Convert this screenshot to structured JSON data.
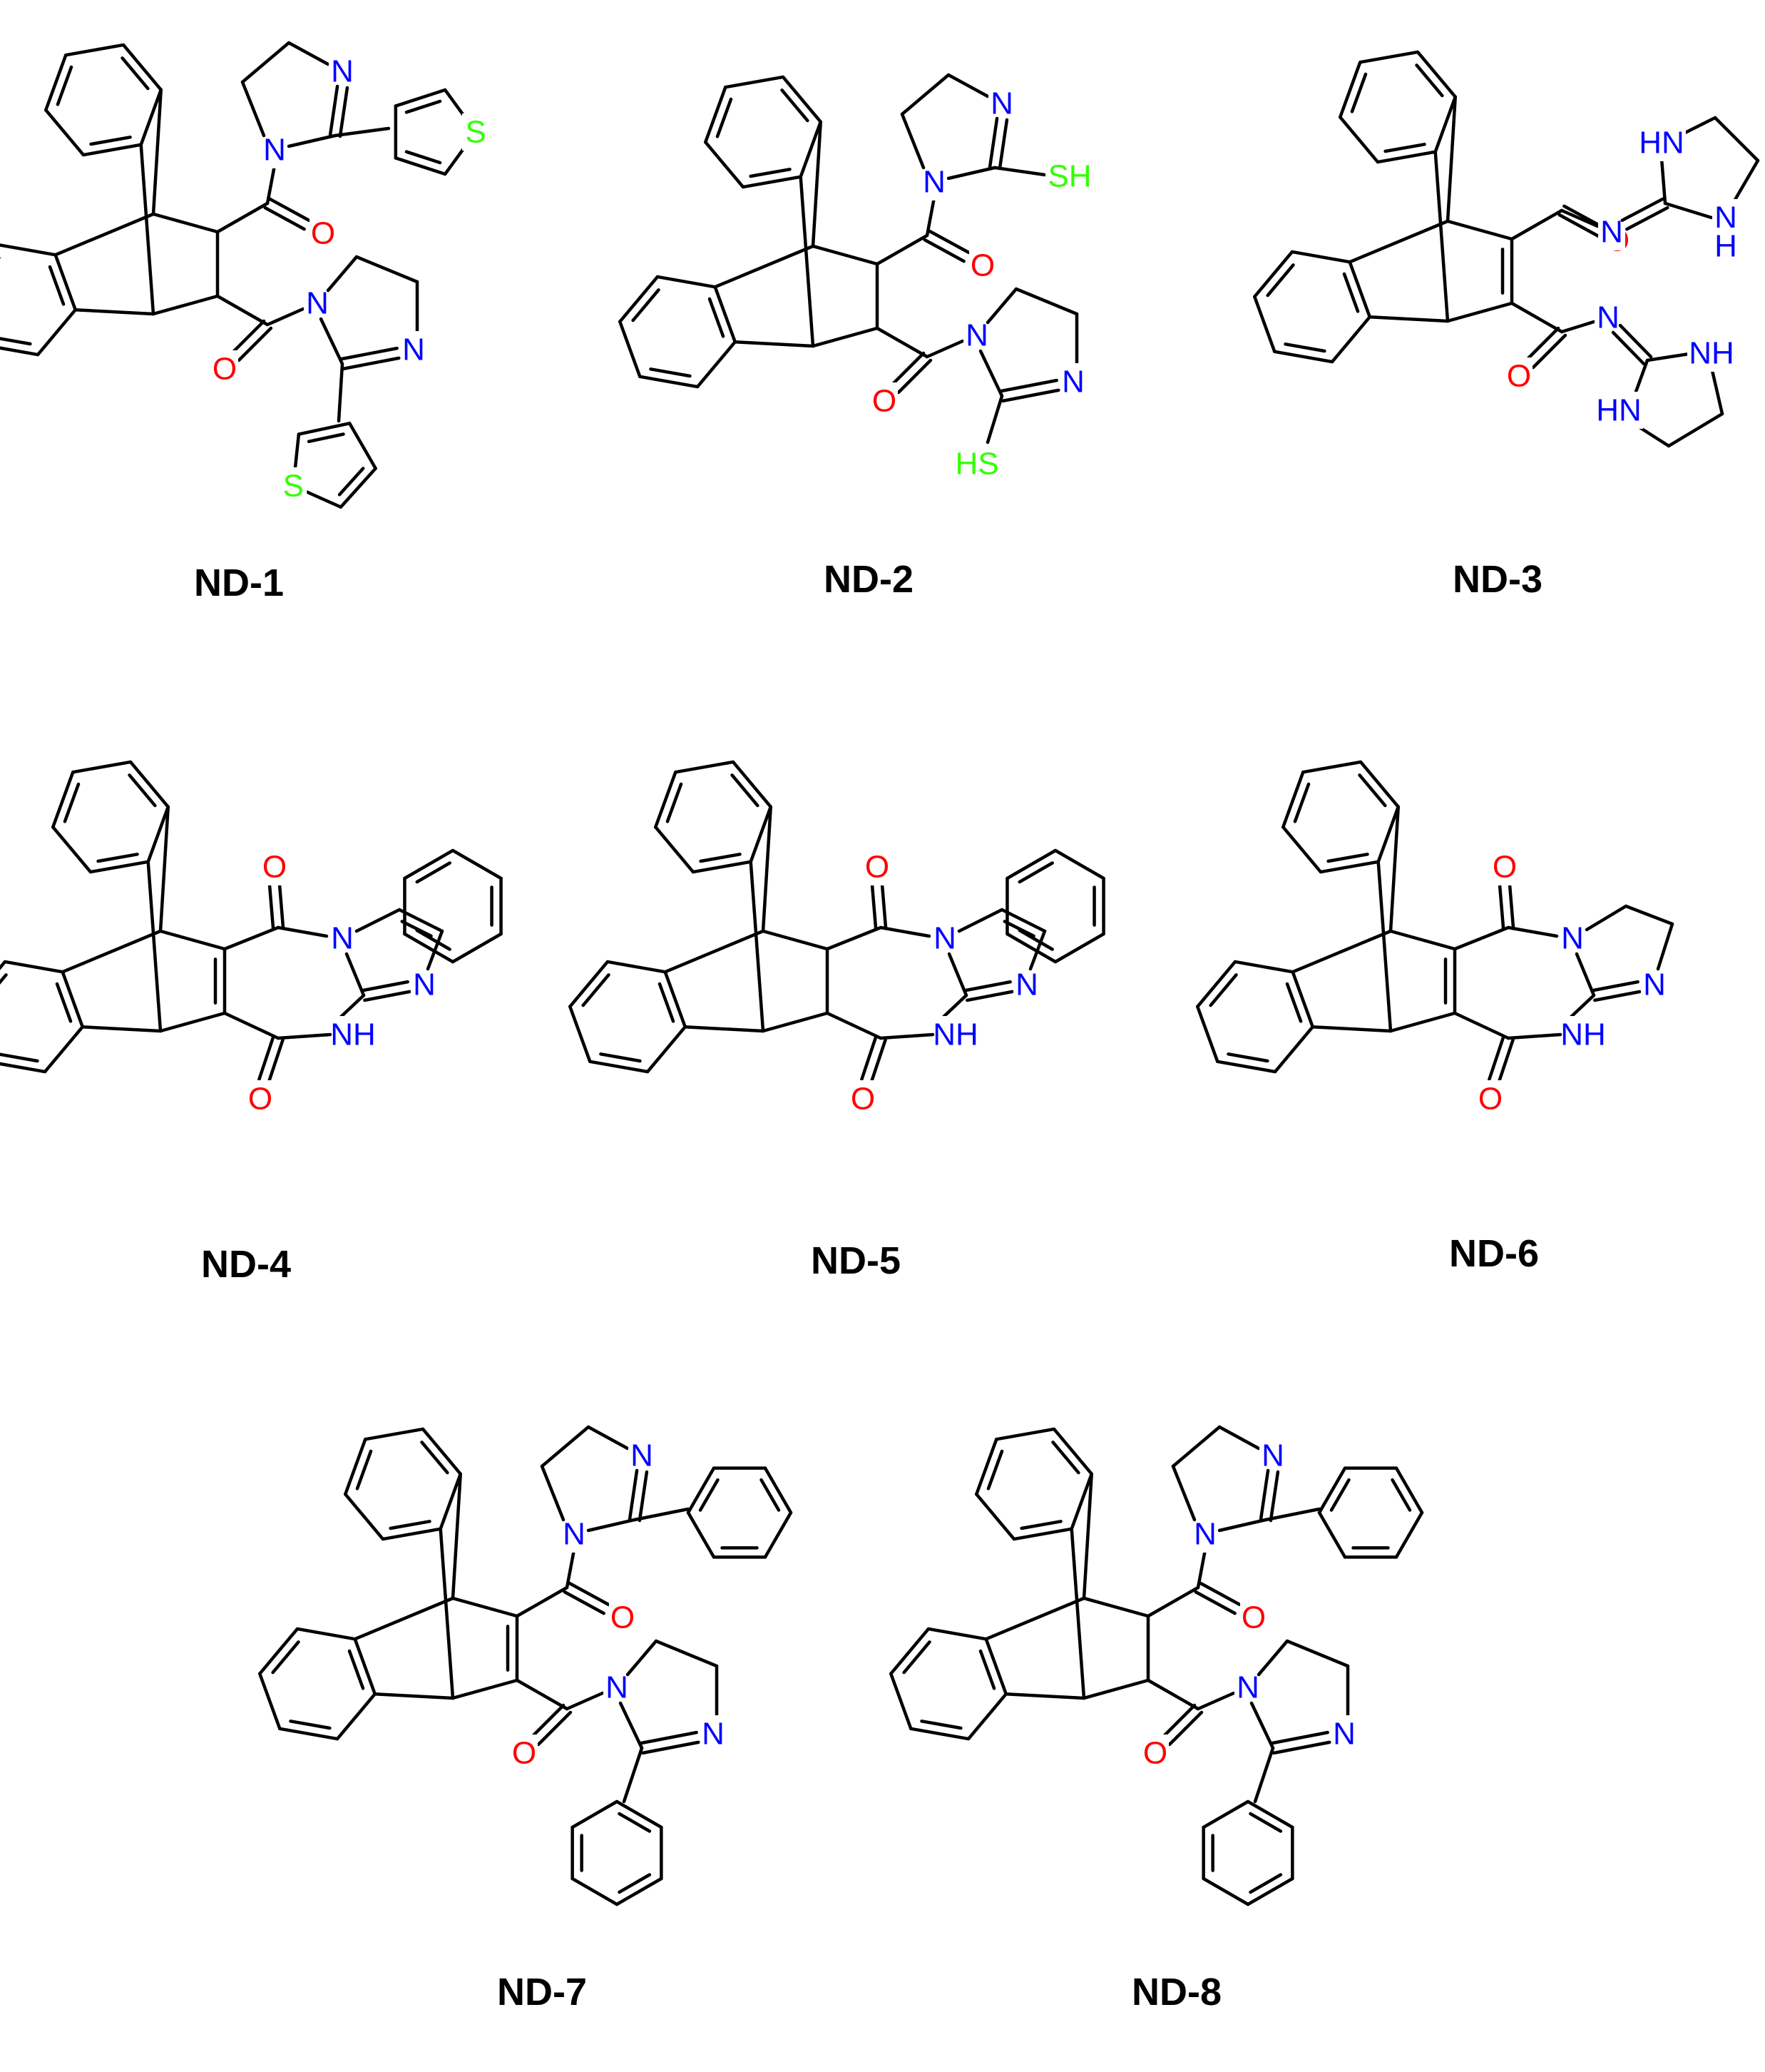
{
  "colors": {
    "bond": "#000000",
    "oxygen": "#ff0000",
    "nitrogen": "#0000ff",
    "sulfur": "#33ff00"
  },
  "compounds": [
    {
      "id": "nd1",
      "label": "ND-1",
      "bridge": "single",
      "subs": [
        "imidazoline-thiophene",
        "imidazoline-thiophene"
      ],
      "atoms": {
        "n1": "N",
        "n2": "N",
        "n3": "N",
        "n4": "N",
        "o1": "O",
        "o2": "O",
        "s1": "S",
        "s2": "S"
      }
    },
    {
      "id": "nd2",
      "label": "ND-2",
      "bridge": "single",
      "subs": [
        "imidazoline-sh",
        "imidazoline-sh"
      ],
      "atoms": {
        "n1": "N",
        "n2": "N",
        "n3": "N",
        "n4": "N",
        "o1": "O",
        "o2": "O",
        "s1": "SH",
        "s2": "HS"
      }
    },
    {
      "id": "nd3",
      "label": "ND-3",
      "bridge": "double",
      "subs": [
        "guanidine",
        "guanidine"
      ],
      "atoms": {
        "n1": "N",
        "n2": "N",
        "hn1": "HN",
        "nh1": "N",
        "h1": "H",
        "nh2": "NH",
        "hn2": "HN",
        "o1": "O",
        "o2": "O"
      }
    },
    {
      "id": "nd4",
      "label": "ND-4",
      "bridge": "double",
      "fused": "benzimidazole",
      "atoms": {
        "n1": "N",
        "n2": "N",
        "nh": "NH",
        "o1": "O",
        "o2": "O"
      }
    },
    {
      "id": "nd5",
      "label": "ND-5",
      "bridge": "single",
      "fused": "benzimidazole",
      "atoms": {
        "n1": "N",
        "n2": "N",
        "nh": "NH",
        "o1": "O",
        "o2": "O"
      }
    },
    {
      "id": "nd6",
      "label": "ND-6",
      "bridge": "double",
      "fused": "imidazoline",
      "atoms": {
        "n1": "N",
        "n2": "N",
        "nh": "NH",
        "o1": "O",
        "o2": "O"
      }
    },
    {
      "id": "nd7",
      "label": "ND-7",
      "bridge": "double",
      "subs": [
        "imidazoline-phenyl",
        "imidazoline-phenyl"
      ],
      "atoms": {
        "n1": "N",
        "n2": "N",
        "n3": "N",
        "n4": "N",
        "o1": "O",
        "o2": "O"
      }
    },
    {
      "id": "nd8",
      "label": "ND-8",
      "bridge": "single",
      "subs": [
        "imidazoline-phenyl",
        "imidazoline-phenyl"
      ],
      "atoms": {
        "n1": "N",
        "n2": "N",
        "n3": "N",
        "n4": "N",
        "o1": "O",
        "o2": "O"
      }
    }
  ]
}
